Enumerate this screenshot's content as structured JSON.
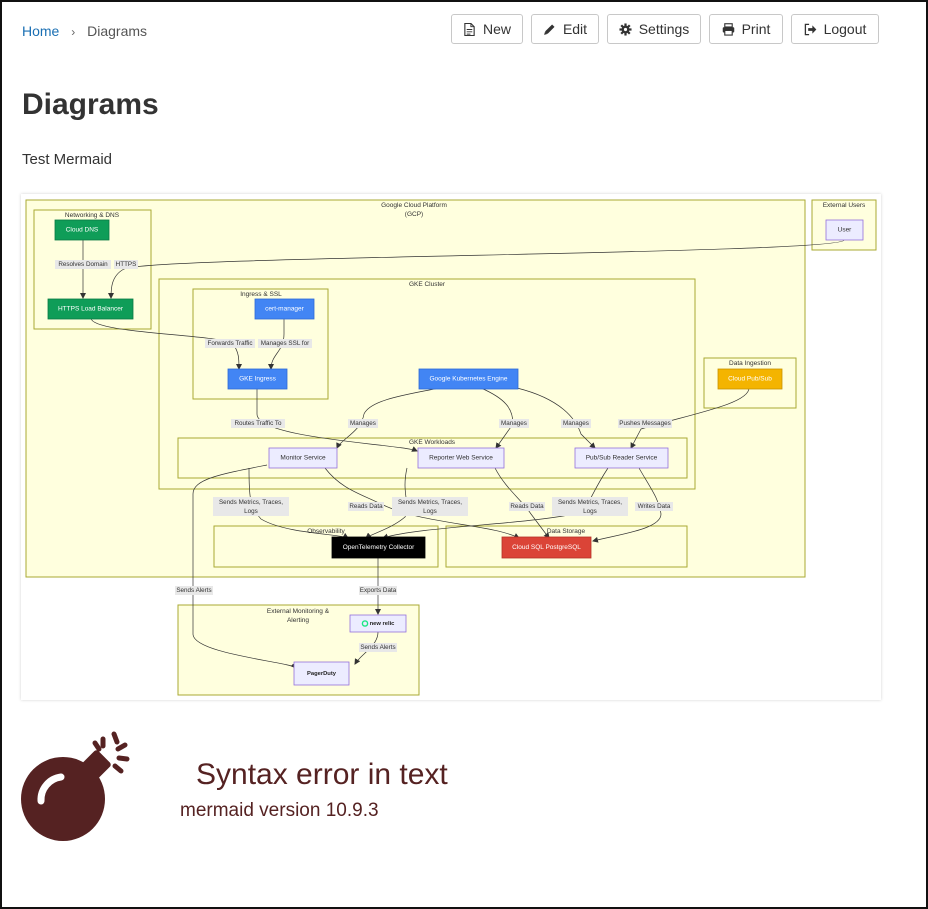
{
  "breadcrumb": {
    "home": "Home",
    "separator": "›",
    "current": "Diagrams"
  },
  "toolbar": {
    "new_label": "New",
    "edit_label": "Edit",
    "settings_label": "Settings",
    "print_label": "Print",
    "logout_label": "Logout"
  },
  "page": {
    "title": "Diagrams",
    "subtitle": "Test Mermaid"
  },
  "diagram": {
    "subgraphs": {
      "gcp_line1": "Google Cloud Platform",
      "gcp_line2": "(GCP)",
      "external_users": "External Users",
      "networking": "Networking & DNS",
      "gke_cluster": "GKE Cluster",
      "ingress": "Ingress & SSL",
      "data_ingestion": "Data Ingestion",
      "workloads": "GKE Workloads",
      "observability": "Observability",
      "data_storage": "Data Storage",
      "ext_mon_line1": "External Monitoring &",
      "ext_mon_line2": "Alerting"
    },
    "nodes": {
      "cloud_dns": "Cloud DNS",
      "user": "User",
      "lb": "HTTPS Load Balancer",
      "cert_manager": "cert-manager",
      "gke_ingress": "GKE Ingress",
      "gke_engine": "Google Kubernetes Engine",
      "pubsub": "Cloud Pub/Sub",
      "monitor": "Monitor Service",
      "reporter": "Reporter Web Service",
      "pubsub_reader": "Pub/Sub Reader Service",
      "otel": "OpenTelemetry Collector",
      "postgres": "Cloud SQL PostgreSQL",
      "newrelic": "new relic",
      "pagerduty": "PagerDuty"
    },
    "edge_labels": {
      "resolves_domain": "Resolves Domain",
      "https": "HTTPS",
      "forwards_traffic": "Forwards Traffic",
      "manages_ssl": "Manages SSL for",
      "routes_traffic": "Routes Traffic To",
      "manages": "Manages",
      "pushes_messages": "Pushes Messages",
      "smtl_line1": "Sends Metrics, Traces,",
      "smtl_line2": "Logs",
      "reads_data": "Reads Data",
      "writes_data": "Writes Data",
      "sends_alerts": "Sends Alerts",
      "exports_data": "Exports Data"
    },
    "colors": {
      "subgraph_fill": "#ffffde",
      "subgraph_stroke": "#aaaa33",
      "green": "#0f9d58",
      "blue": "#4285f4",
      "yellow": "#f4b400",
      "red": "#db4437",
      "black": "#000000",
      "lavender": "#ececff"
    }
  },
  "error": {
    "title": "Syntax error in text",
    "version": "mermaid version 10.9.3"
  }
}
